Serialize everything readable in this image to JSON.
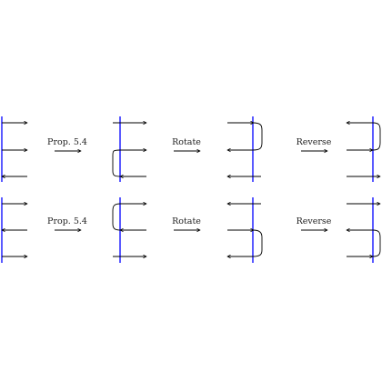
{
  "colors": {
    "ink": "#000000",
    "strand": "#0000ff",
    "background": "#ffffff"
  },
  "labels": {
    "prop": "Prop. 5.4",
    "rotate": "Rotate",
    "reverse": "Reverse"
  },
  "rows": [
    {
      "name": "row-top",
      "steps": [
        "prop",
        "rotate",
        "reverse"
      ]
    },
    {
      "name": "row-bottom",
      "steps": [
        "prop",
        "rotate",
        "reverse"
      ]
    }
  ]
}
